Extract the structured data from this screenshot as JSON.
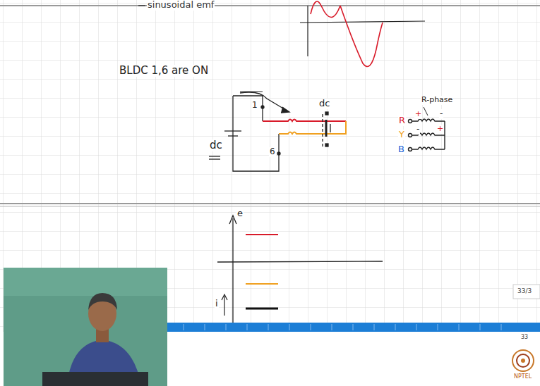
{
  "diagram": {
    "labels": [
      "sinusoidal emf",
      "BLDC 1,6 are ON",
      "1",
      "dc",
      "6",
      "dc",
      "R-phase",
      "R",
      "+",
      "-",
      "Y",
      "-",
      "+",
      "B",
      "e",
      "i",
      "33/3",
      "33",
      "NPTEL"
    ]
  }
}
